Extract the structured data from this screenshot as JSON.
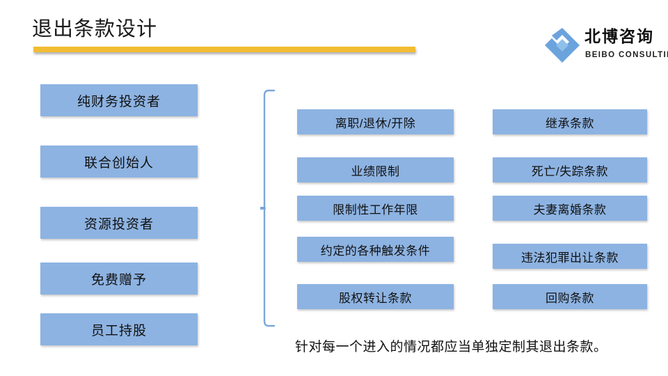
{
  "slide": {
    "title": "退出条款设计",
    "caption": "针对每一个进入的情况都应当单独定制其退出条款。"
  },
  "logo": {
    "name_cn": "北博咨询",
    "name_en": "BEIBO CONSULTING",
    "mark": "diamond-logo-icon"
  },
  "colors": {
    "box_fill": "#8db3e2",
    "title_rule": "#f2bd32",
    "logo_blue": "#6ba3dd",
    "bracket": "#7ba7d7",
    "text": "#111111"
  },
  "columns": {
    "investor_types": {
      "items": [
        {
          "label": "纯财务投资者"
        },
        {
          "label": "联合创始人"
        },
        {
          "label": "资源投资者"
        },
        {
          "label": "免费赠予"
        },
        {
          "label": "员工持股"
        }
      ]
    },
    "exit_conditions": {
      "items": [
        {
          "label": "离职/退休/开除"
        },
        {
          "label": "业绩限制"
        },
        {
          "label": "限制性工作年限"
        },
        {
          "label": "约定的各种触发条件"
        },
        {
          "label": "股权转让条款"
        }
      ]
    },
    "exit_clauses": {
      "items": [
        {
          "label": "继承条款"
        },
        {
          "label": "死亡/失踪条款"
        },
        {
          "label": "夫妻离婚条款"
        },
        {
          "label": "违法犯罪出让条款"
        },
        {
          "label": "回购条款"
        }
      ]
    }
  }
}
